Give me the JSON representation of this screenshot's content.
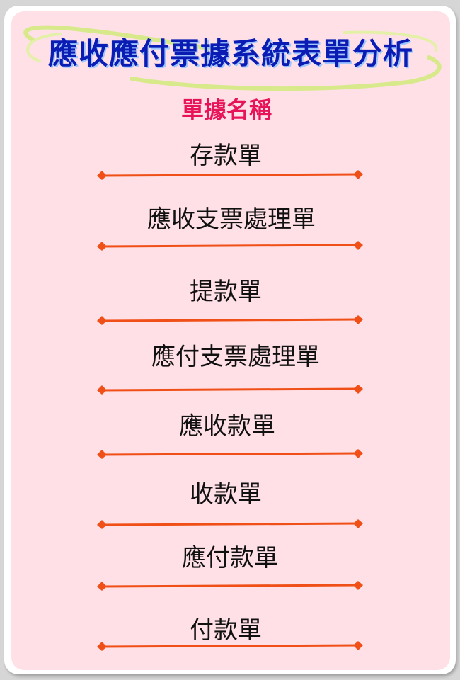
{
  "title": "應收應付票據系統表單分析",
  "subtitle": "單據名稱",
  "colors": {
    "background": "#d6d6d6",
    "panel": "#ffe0e6",
    "title": "#0a1cb4",
    "subtitle": "#e8145a",
    "divider": "#f05018",
    "swirl": "#d7e98a"
  },
  "forms": [
    {
      "label": "存款單"
    },
    {
      "label": "應收支票處理單"
    },
    {
      "label": "提款單"
    },
    {
      "label": "應付支票處理單"
    },
    {
      "label": "應收款單"
    },
    {
      "label": "收款單"
    },
    {
      "label": "應付款單"
    },
    {
      "label": "付款單"
    }
  ]
}
